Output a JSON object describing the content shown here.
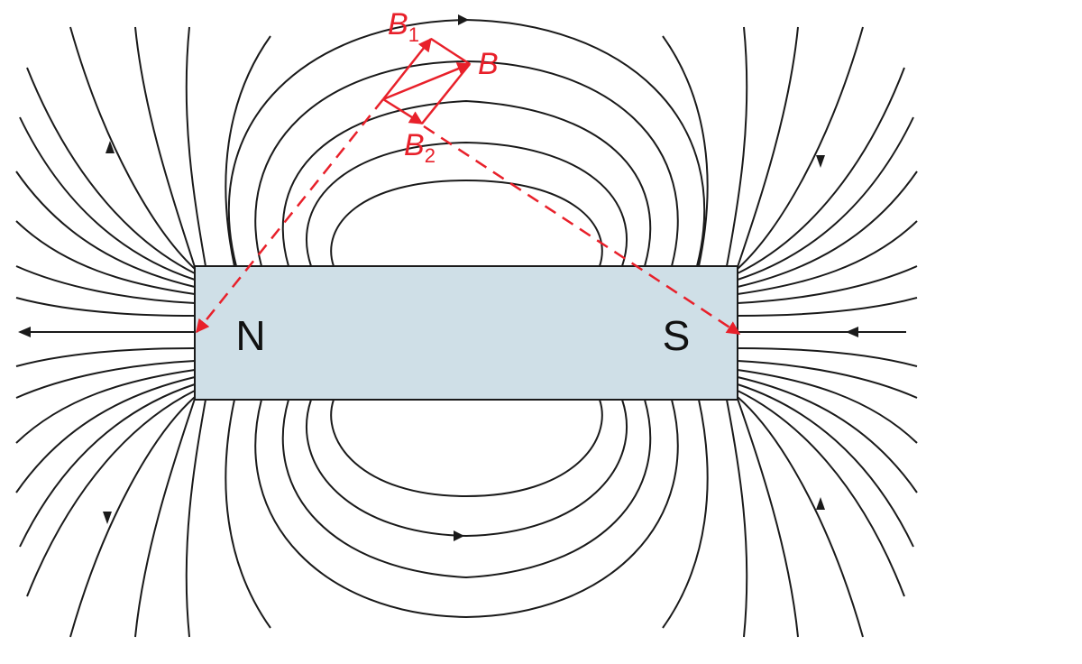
{
  "magnet": {
    "north_label": "N",
    "south_label": "S",
    "body_color": "#cfdfe7"
  },
  "vectors": {
    "b1_base": "B",
    "b1_sub": "1",
    "b_label": "B",
    "b2_base": "B",
    "b2_sub": "2",
    "vector_color": "#e8202a"
  },
  "field_color": "#1a1a1a"
}
